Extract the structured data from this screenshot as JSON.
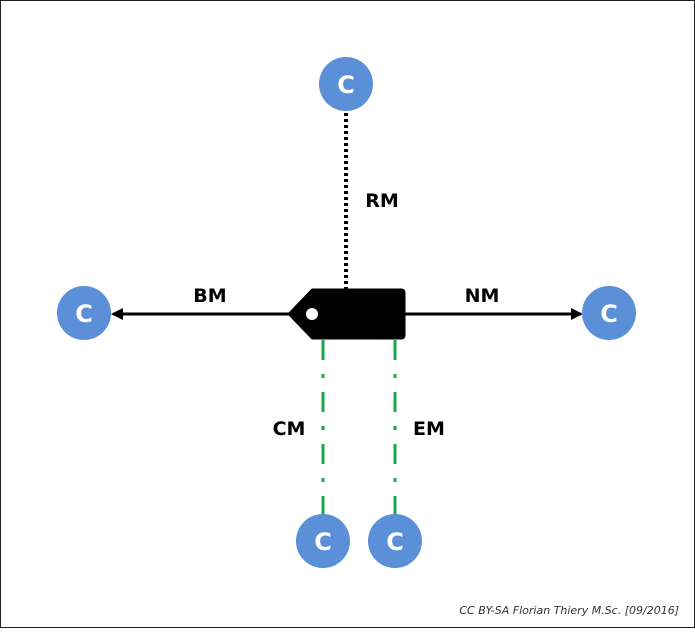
{
  "colors": {
    "node_fill": "#5b8fd8",
    "node_text": "#ffffff",
    "edge_black": "#000000",
    "edge_green": "#1aa84b",
    "tag_fill": "#000000",
    "background": "#ffffff",
    "border": "#222222"
  },
  "diagram": {
    "nodes": {
      "top": "C",
      "left": "C",
      "right": "C",
      "bottom_left": "C",
      "bottom_right": "C"
    },
    "labels": {
      "rm": "RM",
      "bm": "BM",
      "nm": "NM",
      "cm": "CM",
      "em": "EM"
    },
    "center_icon": "tag-icon"
  },
  "credit": "CC BY-SA Florian Thiery M.Sc. [09/2016]"
}
